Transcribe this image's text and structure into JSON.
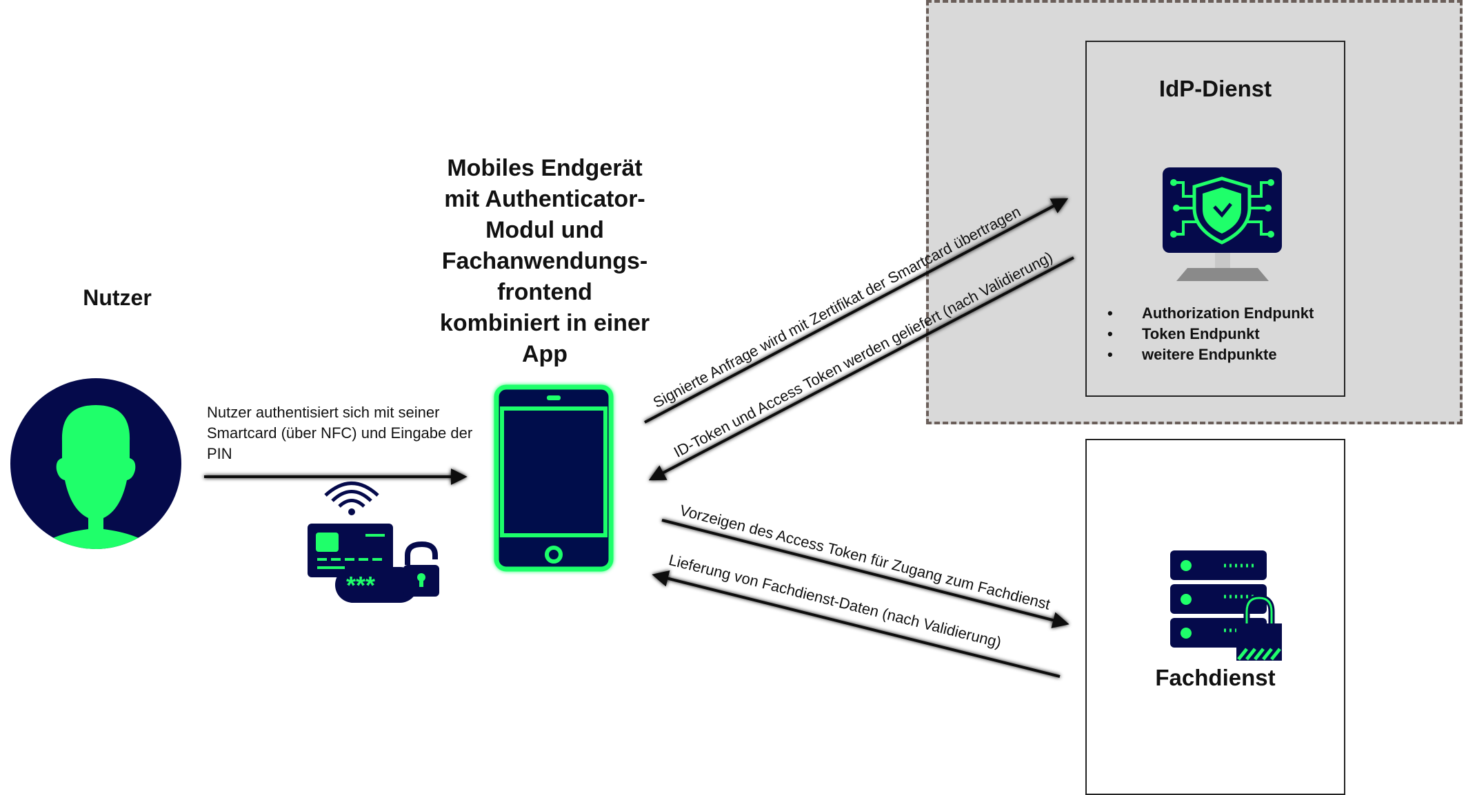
{
  "colors": {
    "navy": "#050a4b",
    "green": "#1fff6a",
    "zone_gray": "#d9d9d9",
    "zone_border": "#6b5f5a",
    "arrow": "#111111"
  },
  "icons": {
    "user": "user-avatar-icon",
    "card": "smartcard-pin-icon",
    "phone": "smartphone-icon",
    "idp": "shield-monitor-icon",
    "server": "server-lock-icon"
  },
  "nutzer": {
    "title": "Nutzer",
    "auth_text": "Nutzer authentisiert sich mit seiner Smartcard (über NFC) und Eingabe der PIN",
    "pin_mask": "***"
  },
  "mobile": {
    "title_lines": [
      "Mobiles Endgerät",
      "mit Authenticator-",
      "Modul und",
      "Fachanwendungs-",
      "frontend",
      "kombiniert in einer",
      "App"
    ]
  },
  "idp": {
    "title": "IdP-Dienst",
    "endpoints": [
      "Authorization Endpunkt",
      "Token Endpunkt",
      "weitere Endpunkte"
    ]
  },
  "fachdienst": {
    "title": "Fachdienst"
  },
  "arrows": {
    "signed_request": "Signierte Anfrage wird mit Zertifikat der Smartcard übertragen",
    "tokens_returned": "ID-Token und Access Token werden geliefert (nach Validierung)",
    "present_token": "Vorzeigen des Access Token für Zugang zum Fachdienst",
    "deliver_data": "Lieferung von Fachdienst-Daten (nach Validierung)"
  }
}
